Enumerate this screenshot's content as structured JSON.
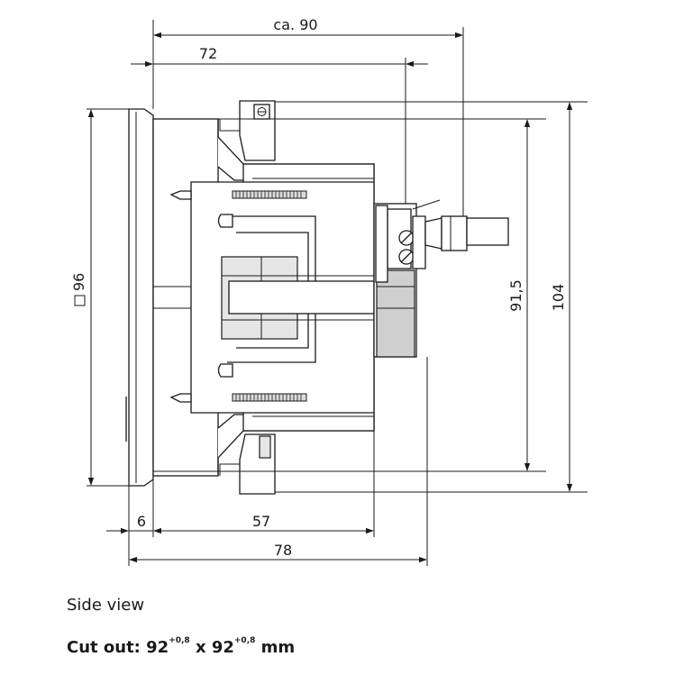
{
  "dimensions": {
    "overall_depth": "ca. 90",
    "housing_depth": "72",
    "front_frame": "96",
    "panel_height": "91,5",
    "total_height": "104",
    "bezel": "6",
    "body_depth": "57",
    "total_depth": "78"
  },
  "caption": "Side view",
  "cutout": {
    "label": "Cut out: 92",
    "tol1": "+0,8",
    "times": " x 92",
    "tol2": "+0,8",
    "unit": " mm"
  }
}
